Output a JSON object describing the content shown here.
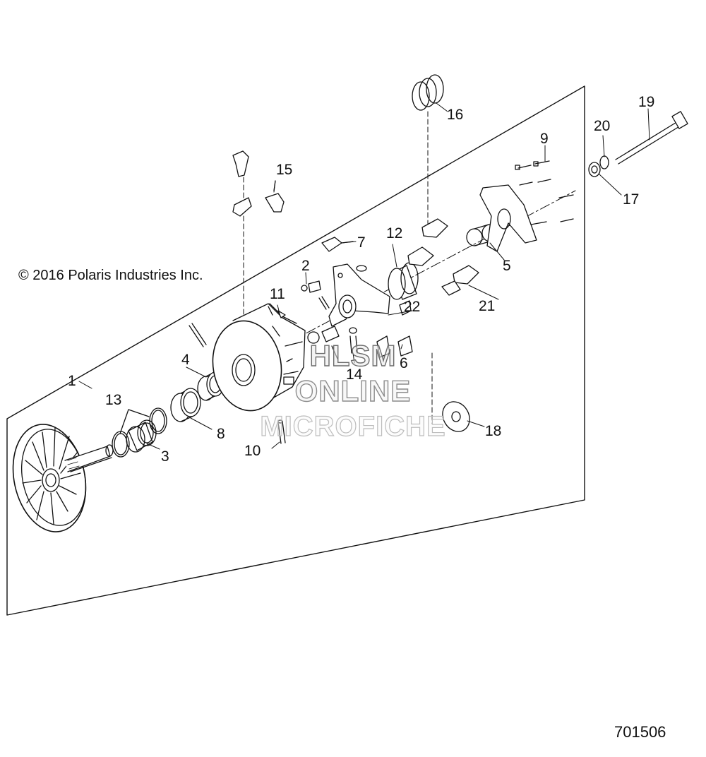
{
  "copyright": "© 2016 Polaris Industries Inc.",
  "drawing_number": "701506",
  "watermark": {
    "line1": "HLSM",
    "line2": "ONLINE",
    "line3": "MICROFICHE"
  },
  "callouts": [
    {
      "id": "c1",
      "label": "1"
    },
    {
      "id": "c2",
      "label": "2"
    },
    {
      "id": "c3",
      "label": "3"
    },
    {
      "id": "c4",
      "label": "4"
    },
    {
      "id": "c5",
      "label": "5"
    },
    {
      "id": "c6",
      "label": "6"
    },
    {
      "id": "c7",
      "label": "7"
    },
    {
      "id": "c8",
      "label": "8"
    },
    {
      "id": "c9",
      "label": "9"
    },
    {
      "id": "c10",
      "label": "10"
    },
    {
      "id": "c11",
      "label": "11"
    },
    {
      "id": "c12",
      "label": "12"
    },
    {
      "id": "c13",
      "label": "13"
    },
    {
      "id": "c14",
      "label": "14"
    },
    {
      "id": "c15",
      "label": "15"
    },
    {
      "id": "c16",
      "label": "16"
    },
    {
      "id": "c17",
      "label": "17"
    },
    {
      "id": "c18",
      "label": "18"
    },
    {
      "id": "c19",
      "label": "19"
    },
    {
      "id": "c20",
      "label": "20"
    },
    {
      "id": "c21",
      "label": "21"
    },
    {
      "id": "c22",
      "label": "22"
    }
  ]
}
